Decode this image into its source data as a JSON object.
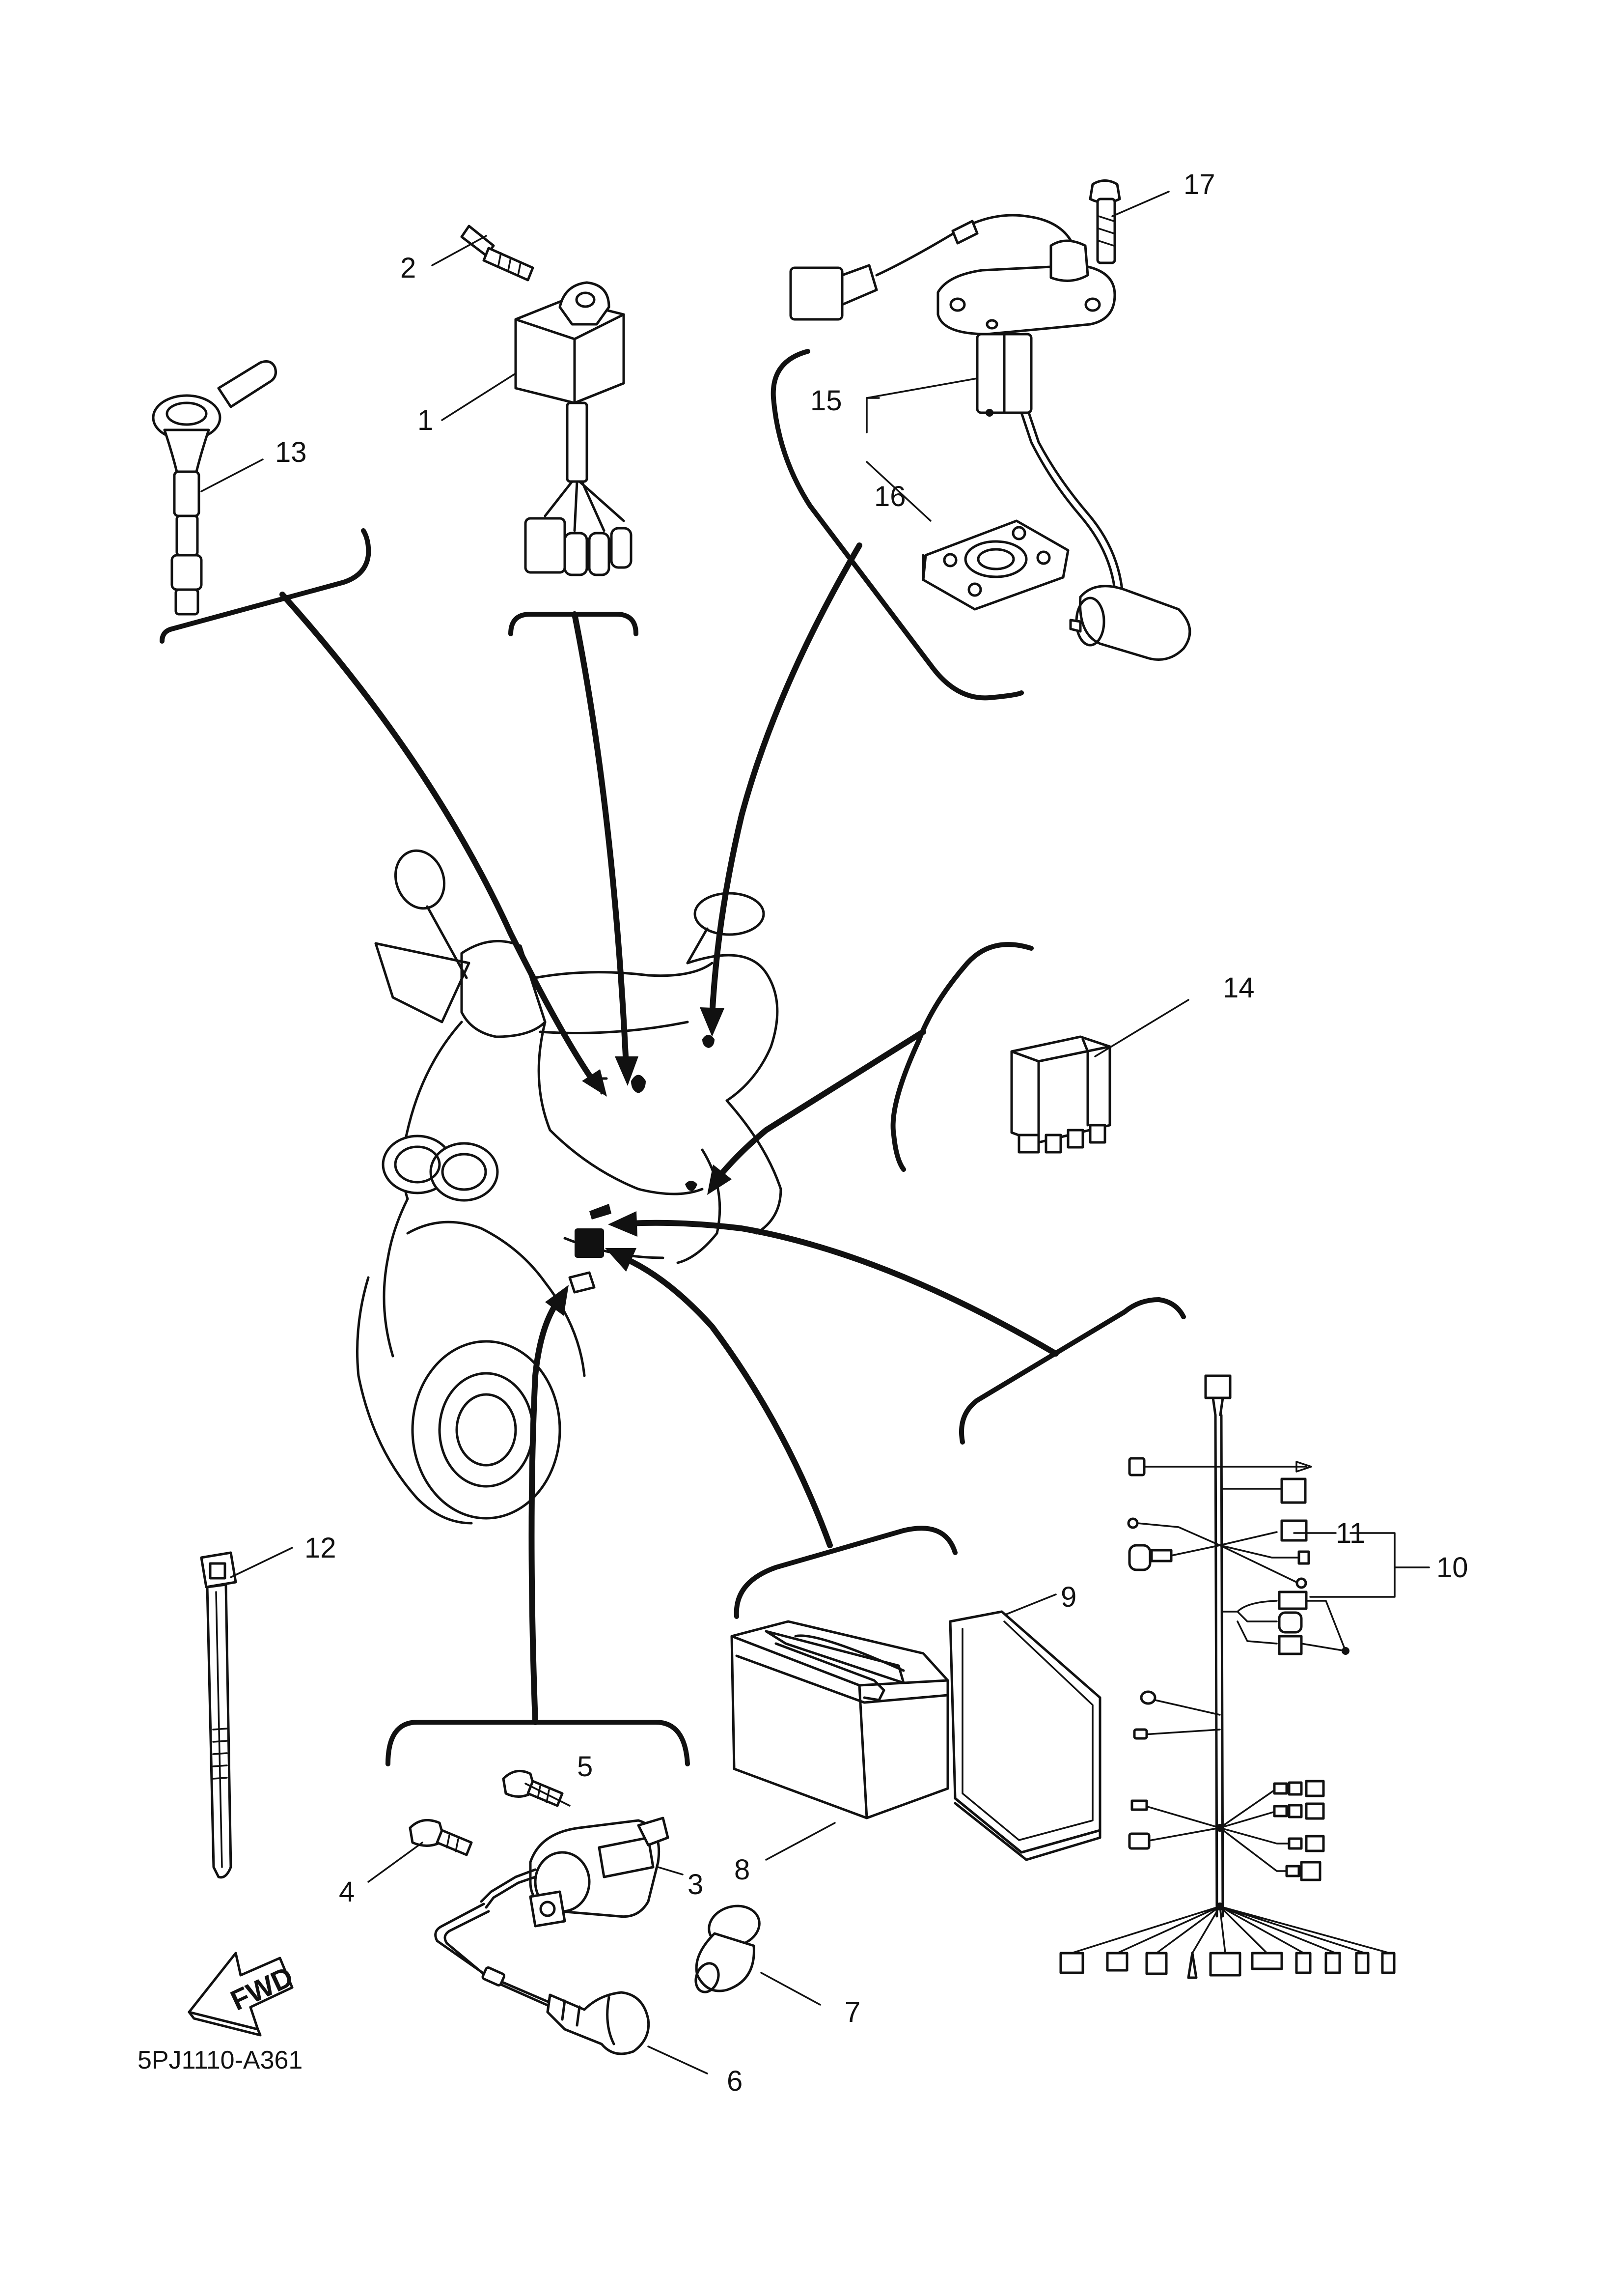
{
  "diagram": {
    "drawing_code": "5PJ1110-A361",
    "fwd_label": "FWD",
    "part_numbers": {
      "p1": "1",
      "p2": "2",
      "p3": "3",
      "p4": "4",
      "p5": "5",
      "p6": "6",
      "p7": "7",
      "p8": "8",
      "p9": "9",
      "p10": "10",
      "p11": "11",
      "p12": "12",
      "p13": "13",
      "p14": "14",
      "p15": "15",
      "p16": "16",
      "p17": "17"
    }
  }
}
